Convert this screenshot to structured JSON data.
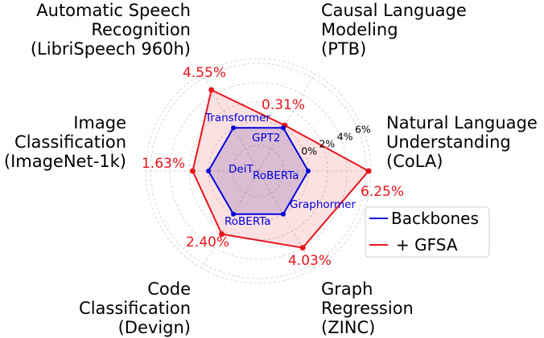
{
  "chart_data": {
    "type": "radar",
    "title": "",
    "axes": [
      {
        "label": [
          "Natural Language",
          "Understanding",
          "(CoLA)"
        ],
        "backbone": "RoBERTa",
        "gfsa_gain": 6.25,
        "gfsa_label": "6.25%"
      },
      {
        "label": [
          "Causal Language",
          "Modeling",
          "(PTB)"
        ],
        "backbone": "GPT2",
        "gfsa_gain": 0.31,
        "gfsa_label": "0.31%"
      },
      {
        "label": [
          "Automatic Speech",
          "Recognition",
          "(LibriSpeech 960h)"
        ],
        "backbone": "Transformer",
        "gfsa_gain": 4.55,
        "gfsa_label": "4.55%"
      },
      {
        "label": [
          "Image",
          "Classification",
          "(ImageNet-1k)"
        ],
        "backbone": "DeiT",
        "gfsa_gain": 1.63,
        "gfsa_label": "1.63%"
      },
      {
        "label": [
          "Code",
          "Classification",
          "(Devign)"
        ],
        "backbone": "RoBERTa",
        "gfsa_gain": 2.4,
        "gfsa_label": "2.40%"
      },
      {
        "label": [
          "Graph",
          "Regression",
          "(ZINC)"
        ],
        "backbone": "Graphormer",
        "gfsa_gain": 4.03,
        "gfsa_label": "4.03%"
      }
    ],
    "series": [
      {
        "name": "Backbones",
        "color": "#0000dd",
        "values": [
          0,
          0,
          0,
          0,
          0,
          0
        ]
      },
      {
        "name": "+ GFSA",
        "color": "#e8141c",
        "values": [
          6.25,
          0.31,
          4.55,
          1.63,
          2.4,
          4.03
        ]
      }
    ],
    "radial_ticks": [
      0,
      2,
      4,
      6
    ],
    "radial_tick_labels": [
      "0%",
      "2%",
      "4%",
      "6%"
    ],
    "rlim": [
      -5.2,
      6.5
    ],
    "grid": true,
    "legend": {
      "position": "right",
      "entries": [
        "Backbones",
        "+ GFSA"
      ]
    }
  }
}
